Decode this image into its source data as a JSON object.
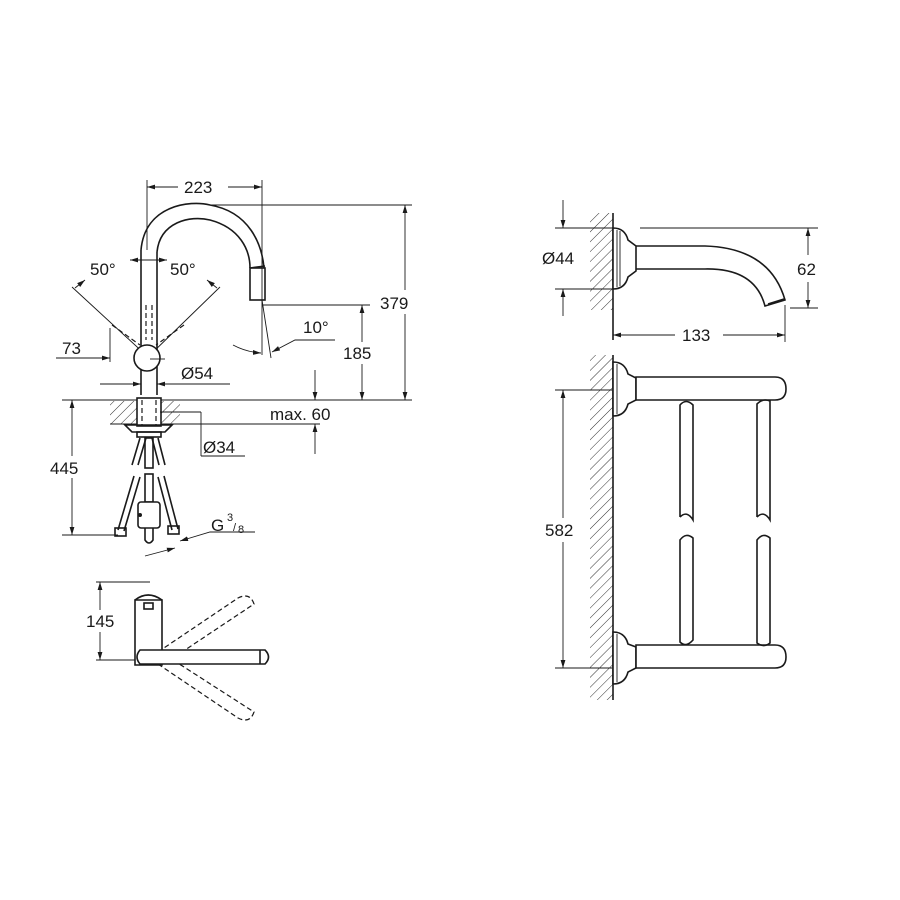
{
  "drawing": {
    "faucet_side_view": {
      "dim_spout_reach": "223",
      "dim_total_height": "379",
      "dim_outlet_height": "185",
      "dim_swivel_left": "50°",
      "dim_swivel_right": "50°",
      "dim_spray_angle": "10°",
      "dim_lever_offset": "73",
      "dim_body_diameter": "Ø54",
      "dim_deck_thickness": "max. 60",
      "dim_hole_diameter": "Ø34",
      "dim_hose_length": "445",
      "dim_connection_thread": "G",
      "dim_connection_sup": "3",
      "dim_connection_sub": "8"
    },
    "faucet_top_view": {
      "dim_depth": "145"
    },
    "spout_wall_view": {
      "dim_rosette_diameter": "Ø44",
      "dim_drop": "62",
      "dim_projection": "133"
    },
    "towel_bar_view": {
      "dim_height": "582"
    }
  }
}
